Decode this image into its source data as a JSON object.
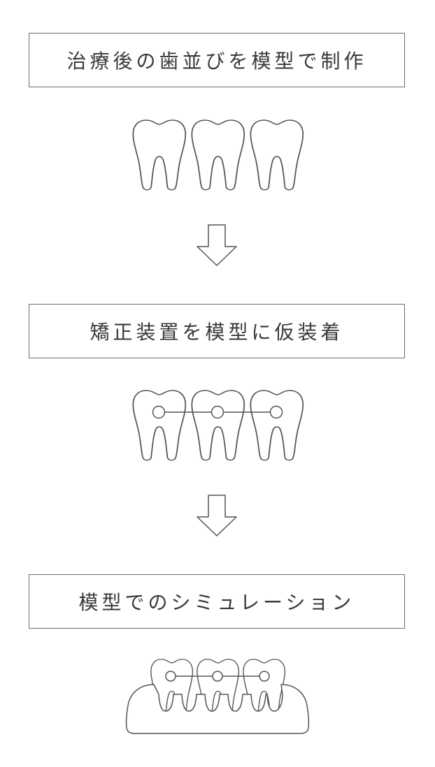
{
  "steps": [
    {
      "label": "治療後の歯並びを模型で制作"
    },
    {
      "label": "矯正装置を模型に仮装着"
    },
    {
      "label": "模型でのシミュレーション"
    }
  ],
  "colors": {
    "stroke": "#555555",
    "text": "#3a3a3a",
    "background": "#ffffff"
  },
  "icons": [
    "teeth-icon",
    "down-arrow-icon",
    "teeth-with-brackets-icon",
    "teeth-model-base-icon"
  ]
}
